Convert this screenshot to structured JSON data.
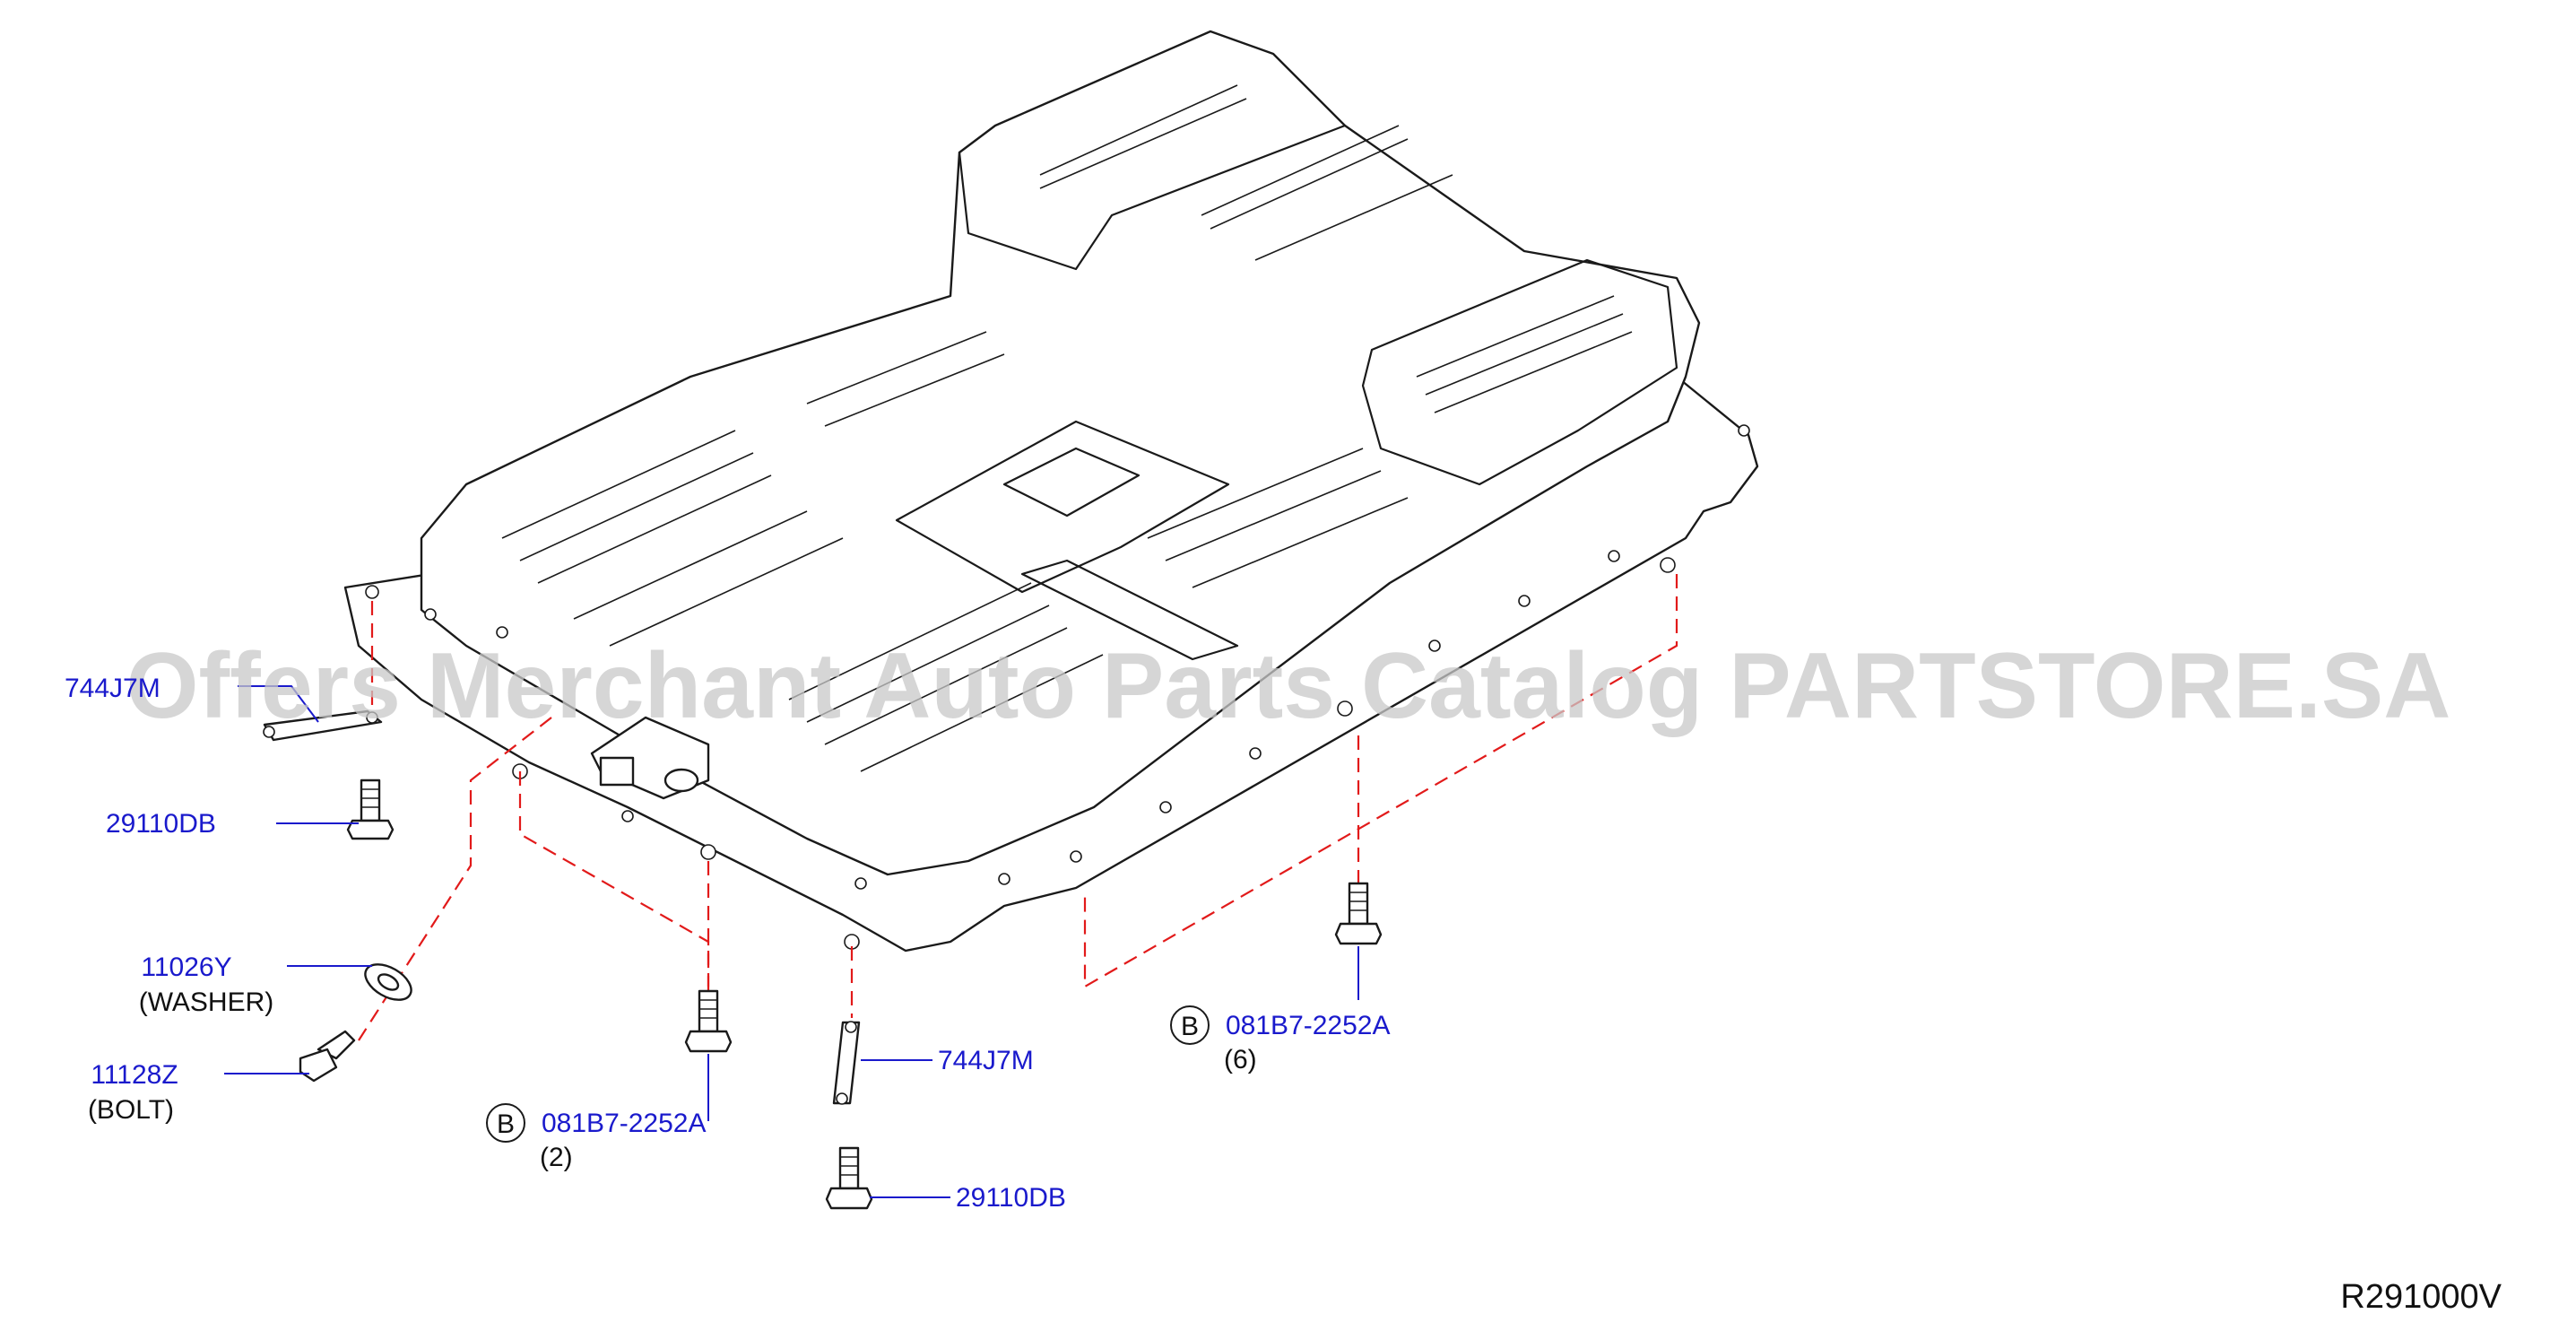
{
  "diagram": {
    "reference_code": "R291000V",
    "watermark": "Offers Merchant Auto Parts Catalog PARTSTORE.SA",
    "callouts": [
      {
        "id": "744j7m-left",
        "part_no": "744J7M"
      },
      {
        "id": "29110db-left",
        "part_no": "29110DB"
      },
      {
        "id": "11026y",
        "part_no": "11026Y",
        "description": "(WASHER)"
      },
      {
        "id": "11128z",
        "part_no": "11128Z",
        "description": "(BOLT)"
      },
      {
        "id": "081b7-front",
        "badge": "B",
        "part_no": "081B7-2252A",
        "quantity": "(2)"
      },
      {
        "id": "744j7m-center",
        "part_no": "744J7M"
      },
      {
        "id": "29110db-center",
        "part_no": "29110DB"
      },
      {
        "id": "081b7-right",
        "badge": "B",
        "part_no": "081B7-2252A",
        "quantity": "(6)"
      }
    ]
  },
  "colors": {
    "callout_text": "#1a1acc",
    "dash_line": "#e21a1a",
    "outline": "#1a1a1a",
    "watermark": "#c8c8c8"
  }
}
